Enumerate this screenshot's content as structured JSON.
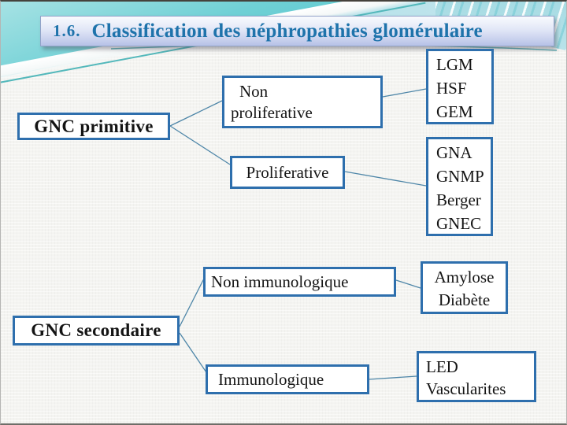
{
  "title": {
    "number": "1.6.",
    "text": "Classification des néphropathies glomérulaire"
  },
  "nodes": {
    "gnc_primitive": {
      "label": "GNC primitive"
    },
    "non_proliferative": {
      "line1": "Non",
      "line2": "proliferative"
    },
    "proliferative": {
      "label": "Proliferative"
    },
    "lgm_group": {
      "line1": "LGM",
      "line2": "HSF",
      "line3": "GEM"
    },
    "gna_group": {
      "line1": "GNA",
      "line2": "GNMP",
      "line3": "Berger",
      "line4": "GNEC"
    },
    "gnc_secondaire": {
      "label": "GNC secondaire"
    },
    "non_immunologique": {
      "label": "Non immunologique"
    },
    "immunologique": {
      "label": "Immunologique"
    },
    "amylose_group": {
      "line1": "Amylose",
      "line2": "Diabète"
    },
    "led_group": {
      "line1": "LED",
      "line2": "Vascularites"
    }
  },
  "edges": [
    {
      "from": "GNC primitive",
      "to": "Non proliferative"
    },
    {
      "from": "GNC primitive",
      "to": "Proliferative"
    },
    {
      "from": "Non proliferative",
      "to": "LGM HSF GEM"
    },
    {
      "from": "Proliferative",
      "to": "GNA GNMP Berger GNEC"
    },
    {
      "from": "GNC secondaire",
      "to": "Non immunologique"
    },
    {
      "from": "GNC secondaire",
      "to": "Immunologique"
    },
    {
      "from": "Non immunologique",
      "to": "Amylose Diabète"
    },
    {
      "from": "Immunologique",
      "to": "LED Vascularites"
    }
  ],
  "colors": {
    "box_border": "#2e6fad",
    "title_text": "#1e73ab",
    "connector": "#4e86a8",
    "accent_teal": "#53b8bb",
    "title_bar_gradient_bottom": "#b7c2e7",
    "slide_background": "#f4f4f1"
  }
}
